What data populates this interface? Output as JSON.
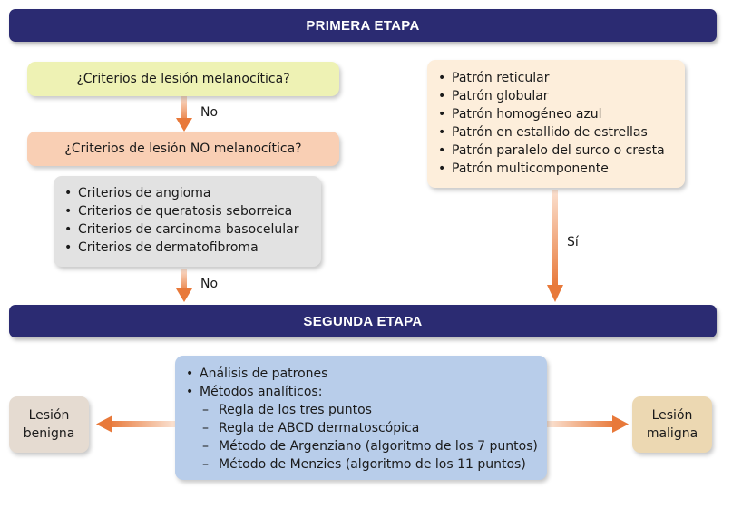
{
  "stage1": {
    "title": "PRIMERA ETAPA"
  },
  "stage2": {
    "title": "SEGUNDA ETAPA"
  },
  "q_melanocytic": {
    "text": "¿Criterios de lesión melanocítica?"
  },
  "q_non_melanocytic": {
    "text": "¿Criterios de lesión NO melanocítica?"
  },
  "non_melanocytic_criteria": [
    "Criterios de angioma",
    "Criterios de queratosis seborreica",
    "Criterios de carcinoma basocelular",
    "Criterios de dermatofibroma"
  ],
  "melanocytic_patterns": [
    "Patrón reticular",
    "Patrón globular",
    "Patrón homogéneo azul",
    "Patrón en estallido de estrellas",
    "Patrón paralelo del surco o cresta",
    "Patrón multicomponente"
  ],
  "analysis": {
    "item1": "Análisis de patrones",
    "item2": "Métodos analíticos:",
    "methods": [
      "Regla de los tres puntos",
      "Regla de ABCD dermatoscópica",
      "Método de Argenziano (algoritmo de los 7 puntos)",
      "Método de Menzies (algoritmo de los 11 puntos)"
    ]
  },
  "labels": {
    "no_1": "No",
    "no_2": "No",
    "yes": "Sí"
  },
  "outcomes": {
    "benign": {
      "line1": "Lesión",
      "line2": "benigna"
    },
    "malignant": {
      "line1": "Lesión",
      "line2": "maligna"
    }
  },
  "colors": {
    "banner": "#2b2b72",
    "q_melanocytic_fill": "#eef2b4",
    "q_non_melanocytic_fill": "#f9cfb4",
    "criteria_fill": "#e2e2e2",
    "patterns_fill": "#fdeedb",
    "analysis_fill": "#b8cdea",
    "benign_fill": "#e5dbd1",
    "malignant_fill": "#ecd8b2",
    "arrow": "#e8793a"
  }
}
